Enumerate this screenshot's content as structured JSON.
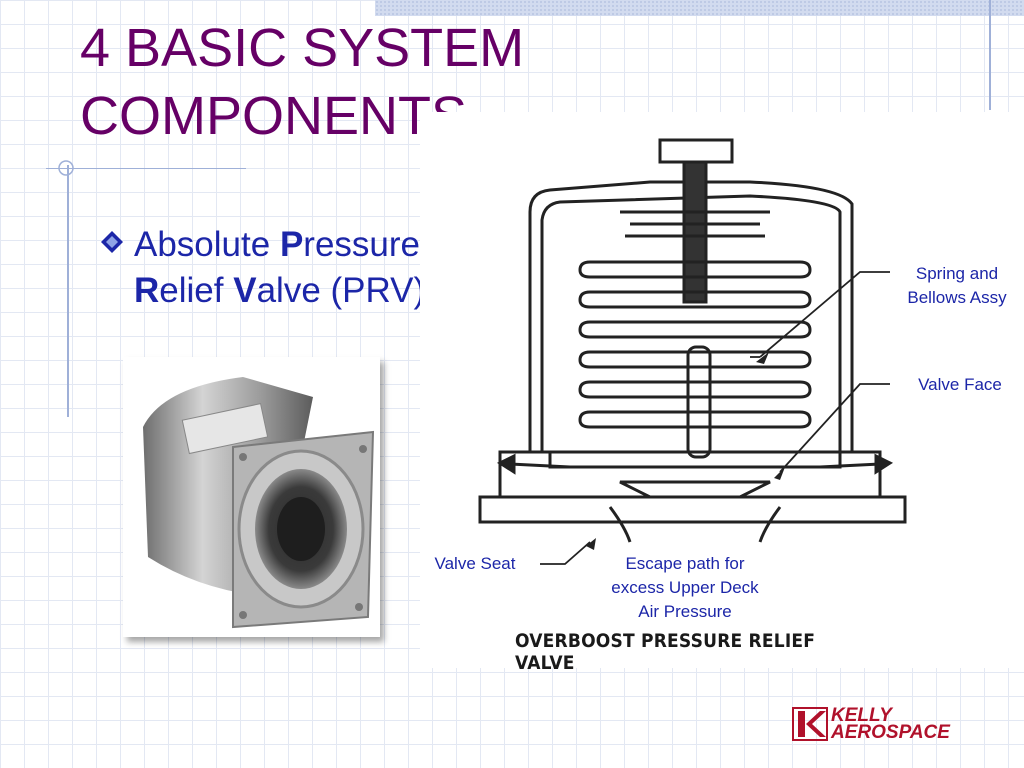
{
  "slide": {
    "title_line1": "4 BASIC SYSTEM",
    "title_line2": "COMPONENTS"
  },
  "bullet": {
    "icon": "diamond-bullet-icon",
    "word1_initial": "",
    "word1_rest": "Absolute ",
    "word2_initial": "P",
    "word2_rest": "ressure",
    "word3_initial": "R",
    "word3_rest": "elief ",
    "word4_initial": "V",
    "word4_rest": "alve (PRV)"
  },
  "diagram": {
    "caption": "OVERBOOST PRESSURE RELIEF VALVE",
    "labels": {
      "spring_line1": "Spring and",
      "spring_line2": "Bellows Assy",
      "valve_face": "Valve Face",
      "valve_seat": "Valve Seat",
      "escape_line1": "Escape path for",
      "escape_line2": "excess Upper Deck",
      "escape_line3": "Air Pressure"
    }
  },
  "logo": {
    "line1": "KELLY",
    "line2": "AEROSPACE"
  },
  "colors": {
    "title": "#660066",
    "bullet_text": "#1c26a8",
    "logo": "#b0112b"
  }
}
